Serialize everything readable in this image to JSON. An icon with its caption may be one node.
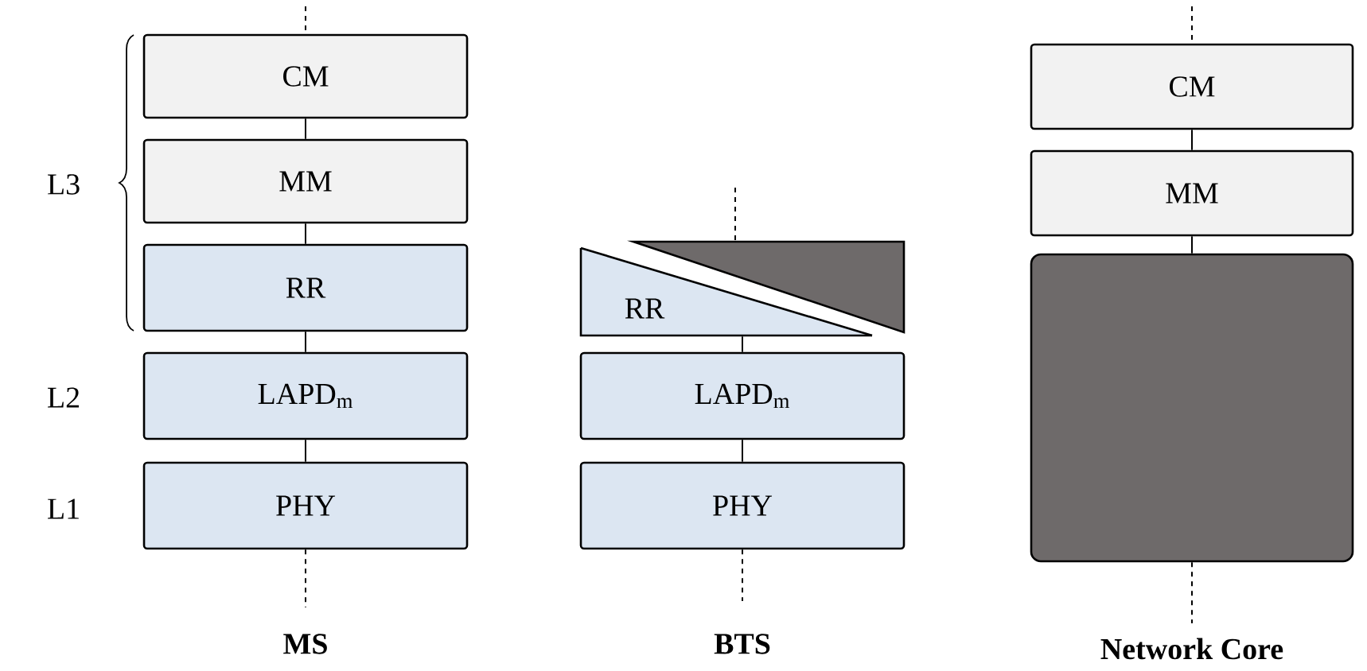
{
  "diagram": {
    "nodes": [
      {
        "text": [
          "CM"
        ]
      },
      {
        "text": [
          "MM"
        ]
      },
      {
        "text": [
          "RR"
        ]
      },
      {
        "text": [
          "LAPD$_{m}$"
        ]
      },
      {
        "text": [
          "PHY"
        ]
      },
      {
        "text": [
          "RR"
        ]
      },
      {
        "text": [],
        "shape": "triangle"
      },
      {
        "text": [
          "LAPD$_{m}$"
        ]
      },
      {
        "text": [
          "PHY"
        ]
      },
      {
        "text": [
          "CM"
        ]
      },
      {
        "text": [
          "MM"
        ]
      },
      {
        "text": [],
        "shape": "box"
      }
    ],
    "edges": [
      {
        "from": 0,
        "to": 1,
        "arrow": "none"
      },
      {
        "from": 1,
        "to": 2,
        "arrow": "none"
      },
      {
        "from": 2,
        "to": 3,
        "arrow": "none"
      },
      {
        "from": 3,
        "to": 4,
        "arrow": "none"
      },
      {
        "from": 5,
        "to": 7,
        "arrow": "none"
      },
      {
        "from": 7,
        "to": 8,
        "arrow": "none"
      },
      {
        "from": 9,
        "to": 10,
        "arrow": "none"
      },
      {
        "from": 10,
        "to": 11,
        "arrow": "none"
      },
      {
        "from": null,
        "to": 0,
        "arrow": "none",
        "style": "dashed"
      },
      {
        "from": 4,
        "to": null,
        "arrow": "none",
        "style": "dashed"
      },
      {
        "from": null,
        "to": 6,
        "arrow": "none",
        "style": "dashed"
      },
      {
        "from": 8,
        "to": null,
        "arrow": "none",
        "style": "dashed"
      },
      {
        "from": null,
        "to": 9,
        "arrow": "none",
        "style": "dashed"
      },
      {
        "from": 11,
        "to": null,
        "arrow": "none",
        "style": "dashed"
      }
    ],
    "labels": [
      "L3",
      "L2",
      "L1",
      "MS",
      "BTS",
      "Network Core"
    ]
  }
}
